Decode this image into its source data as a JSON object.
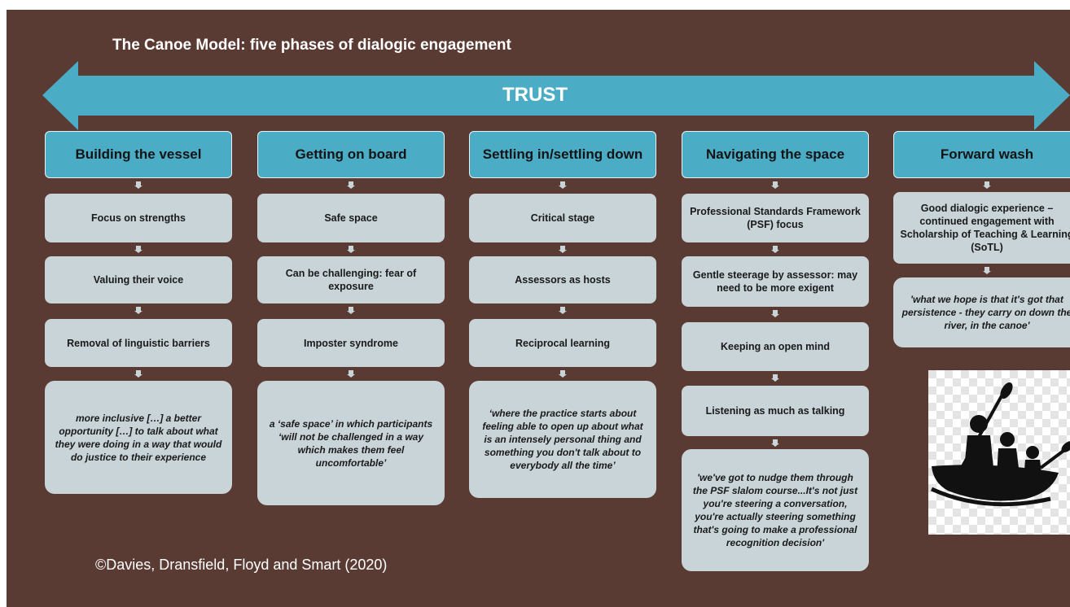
{
  "title": "The Canoe Model: five phases of dialogic engagement",
  "banner": "TRUST",
  "credit": "©Davies, Dransfield, Floyd and Smart (2020)",
  "colors": {
    "background": "#5a3b34",
    "accent": "#4bacc6",
    "box": "#c9d4d8"
  },
  "columns": [
    {
      "header": "Building the vessel",
      "items": [
        "Focus on strengths",
        "Valuing their voice",
        "Removal of linguistic barriers"
      ],
      "quote": "more inclusive […] a better opportunity […] to talk about what they were doing in a way that would do justice to their experience"
    },
    {
      "header": "Getting on board",
      "items": [
        "Safe space",
        "Can be challenging: fear of exposure",
        "Imposter syndrome"
      ],
      "quote": "a ‘safe space’ in which participants ‘will not be challenged in a way which makes them feel uncomfortable’"
    },
    {
      "header": "Settling in/settling down",
      "items": [
        "Critical stage",
        "Assessors as hosts",
        "Reciprocal learning"
      ],
      "quote": "‘where the practice starts about feeling able to open up about what is an intensely personal thing and something you don't talk about to everybody all the time’"
    },
    {
      "header": "Navigating the space",
      "items": [
        "Professional Standards Framework (PSF) focus",
        "Gentle steerage by assessor: may need to be more exigent",
        "Keeping an open mind",
        "Listening as much as talking"
      ],
      "quote": "'we've got to nudge them through the PSF slalom course...It's not just you're steering a conversation, you're actually steering something that's going to make a professional recognition decision'"
    },
    {
      "header": "Forward wash",
      "items": [
        "Good dialogic experience – continued engagement with Scholarship of Teaching & Learning (SoTL)"
      ],
      "quote": "'what we hope is that it's got that persistence - they carry on down the river, in the canoe'"
    }
  ],
  "image_icon": "canoe-rafting-icon"
}
